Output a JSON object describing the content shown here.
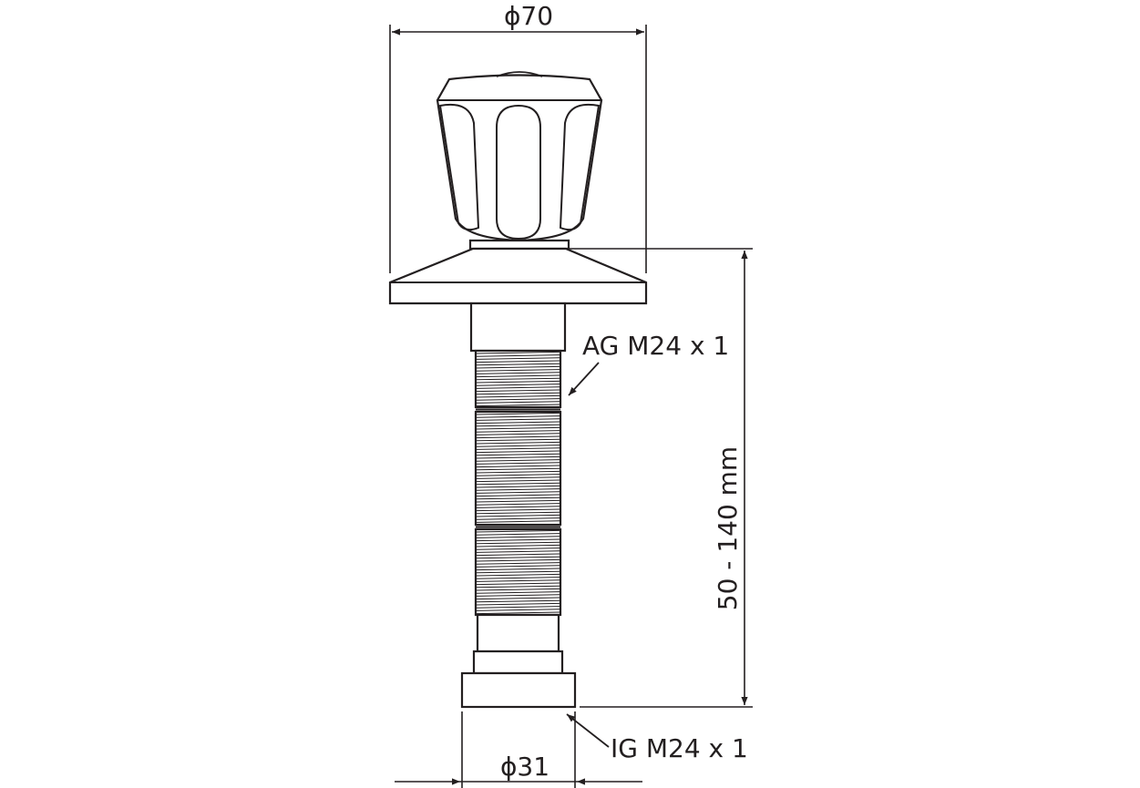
{
  "dimensions": {
    "top_diameter": "ϕ70",
    "bottom_diameter": "ϕ31",
    "height_range": "50 - 140 mm"
  },
  "callouts": {
    "outer_thread": "AG M24 x 1",
    "inner_thread": "IG M24 x 1"
  },
  "colors": {
    "line": "#231f20",
    "background": "#ffffff"
  }
}
